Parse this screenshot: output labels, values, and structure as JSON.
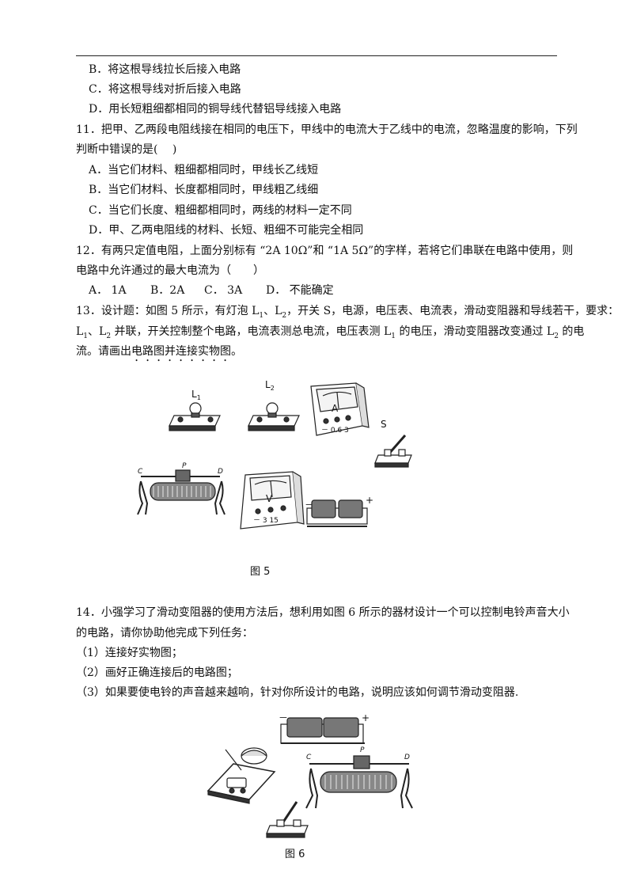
{
  "q10_options": [
    "B．将这根导线拉长后接入电路",
    "C．将这根导线对折后接入电路",
    "D．用长短粗细都相同的铜导线代替铝导线接入电路"
  ],
  "q11": {
    "stem_line1": "11．把甲、乙两段电阻线接在相同的电压下，甲线中的电流大于乙线中的电流，忽略温度的影响，下列",
    "stem_line2": "判断中错误的是(　 )",
    "options": [
      "A．当它们材料、粗细都相同时，甲线长乙线短",
      "B．当它们材料、长度都相同时，甲线粗乙线细",
      "C．当它们长度、粗细都相同时，两线的材料一定不同",
      "D．甲、乙两电阻线的材料、长短、粗细不可能完全相同"
    ]
  },
  "q12": {
    "stem_line1": "12．有两只定值电阻，上面分别标有 “2A 10Ω”和 “1A 5Ω”的字样，若将它们串联在电路中使用，则",
    "stem_line2": "电路中允许通过的最大电流为（　　）",
    "options": [
      "A．  1A",
      "B．2A",
      "C．  3A",
      "D．  不能确定"
    ]
  },
  "q13": {
    "line1_a": "13．设计题：如图 5 所示，有灯泡 L",
    "line1_sub1": "1",
    "line1_b": "、L",
    "line1_sub2": "2",
    "line1_c": "，开关 S，电源，电压表、电流表，滑动变阻器和导线若干，要求：",
    "line2_a": "L",
    "line2_sub1": "1",
    "line2_b": "、L",
    "line2_sub2": "2",
    "line2_c": " 并联，开关控制整个电路，电流表测总电流，电压表测 L",
    "line2_sub3": "1",
    "line2_d": " 的电压，滑动变阻器改变通过 L",
    "line2_sub4": "2",
    "line2_e": " 的电",
    "line3_a": "流。请画出",
    "line3_b": "电路图并连接实物图",
    "line3_c": "。"
  },
  "fig5": {
    "caption": "图 5",
    "label_L1": "L",
    "label_L1_sub": "1",
    "label_L2": "L",
    "label_L2_sub": "2",
    "label_S": "S",
    "label_A": "A",
    "label_V": "V",
    "ammeter_ticks": "－ 0.6  3",
    "voltmeter_ticks": "－ 3 15",
    "label_C": "C",
    "label_P": "P",
    "label_D": "D",
    "battery_minus": "－",
    "battery_plus": "+"
  },
  "q14": {
    "stem_line1": "14．小强学习了滑动变阻器的使用方法后，想利用如图 6 所示的器材设计一个可以控制电铃声音大小",
    "stem_line2": "的电路，请你协助他完成下列任务：",
    "tasks": [
      "（1）连接好实物图；",
      "（2）画好正确连接后的电路图；",
      "（3）如果要使电铃的声音越来越响，针对你所设计的电路，说明应该如何调节滑动变阻器."
    ]
  },
  "fig6": {
    "caption": "图 6",
    "label_C": "C",
    "label_P": "P",
    "label_D": "D",
    "battery_minus": "－",
    "battery_plus": "+"
  }
}
